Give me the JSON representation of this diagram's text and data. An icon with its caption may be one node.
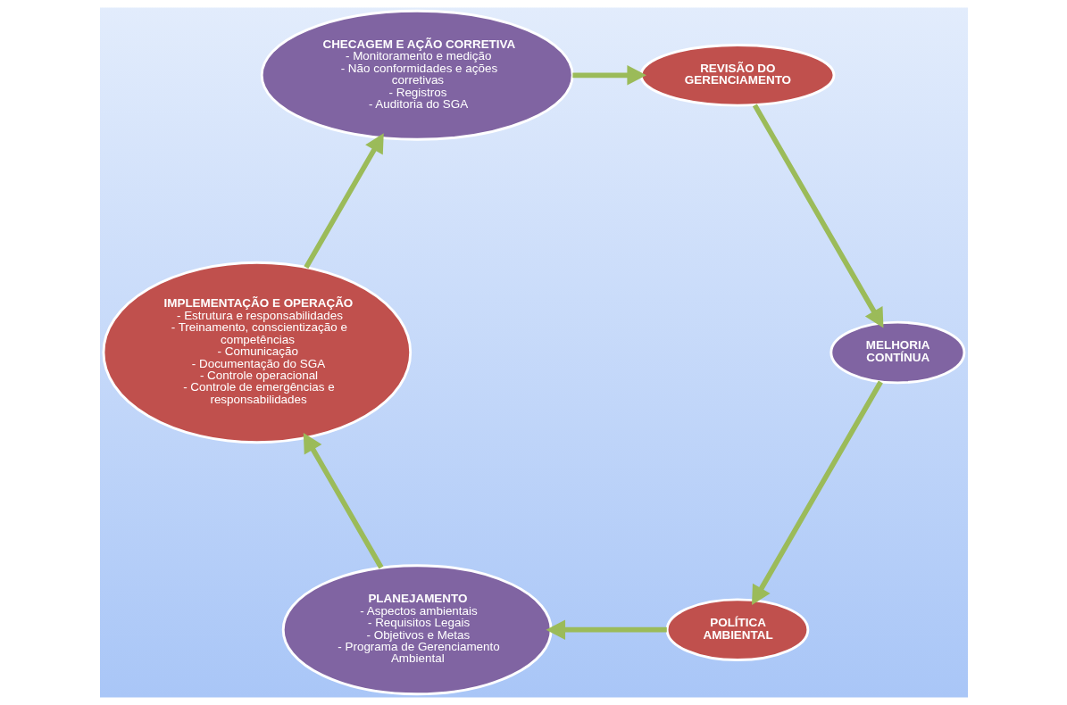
{
  "diagram": {
    "nodes": [
      {
        "text": [
          "POLÍTICA AMBIENTAL"
        ]
      },
      {
        "text": [
          "PLANEJAMENTO",
          "- Aspectos ambientais",
          "- Requisitos Legais",
          "- Objetivos e Metas",
          "- Programa de Gerenciamento Ambiental"
        ]
      },
      {
        "text": [
          "IMPLEMENTAÇÃO E OPERAÇÃO",
          "- Estrutura e responsabilidades",
          "- Treinamento, conscientização e competências",
          "- Comunicação",
          "- Documentação do SGA",
          "- Controle operacional",
          "- Controle de emergências e responsabilidades"
        ]
      },
      {
        "text": [
          "CHECAGEM E AÇÃO CORRETIVA",
          "- Monitoramento e medição",
          "- Não conformidades e ações corretivas",
          "- Registros",
          "- Auditoria do SGA"
        ]
      },
      {
        "text": [
          "REVISÃO DO GERENCIAMENTO"
        ]
      },
      {
        "text": [
          "MELHORIA CONTÍNUA"
        ]
      }
    ],
    "edges": [
      {
        "from": 0,
        "to": 1,
        "arrow": "to"
      },
      {
        "from": 1,
        "to": 2,
        "arrow": "to"
      },
      {
        "from": 2,
        "to": 3,
        "arrow": "to"
      },
      {
        "from": 3,
        "to": 4,
        "arrow": "to"
      },
      {
        "from": 4,
        "to": 5,
        "arrow": "to"
      },
      {
        "from": 5,
        "to": 0,
        "arrow": "to"
      }
    ]
  }
}
